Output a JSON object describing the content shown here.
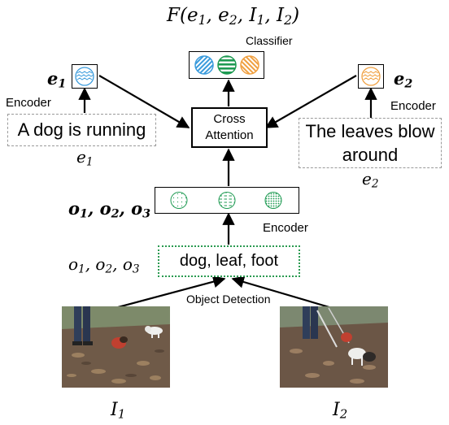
{
  "formula": {
    "fn": "F",
    "e1": "e",
    "e1_sub": "1",
    "e2": "e",
    "e2_sub": "2",
    "i1": "I",
    "i1_sub": "1",
    "i2": "I",
    "i2_sub": "2"
  },
  "classifier": {
    "label": "Classifier"
  },
  "cross_attention": {
    "line1": "Cross",
    "line2": "Attention"
  },
  "left_text": {
    "embed_symbol": "e",
    "embed_sub": "1",
    "encoder_label": "Encoder",
    "sentence": "A dog is running",
    "symbol": "e",
    "symbol_sub": "1"
  },
  "right_text": {
    "embed_symbol": "e",
    "embed_sub": "2",
    "encoder_label": "Encoder",
    "sentence_line1": "The leaves blow",
    "sentence_line2": "around",
    "symbol": "e",
    "symbol_sub": "2"
  },
  "objects": {
    "embed_label": {
      "a": "o",
      "a_sub": "1",
      "b": "o",
      "b_sub": "2",
      "c": "o",
      "c_sub": "3"
    },
    "encoder_label": "Encoder",
    "list_label": {
      "a": "o",
      "a_sub": "1",
      "b": "o",
      "b_sub": "2",
      "c": "o",
      "c_sub": "3"
    },
    "detected": "dog, leaf, foot"
  },
  "detection": {
    "label": "Object Detection"
  },
  "images": {
    "left": {
      "symbol": "I",
      "sub": "1"
    },
    "right": {
      "symbol": "I",
      "sub": "2"
    }
  },
  "colors": {
    "blue_stripe": "#3a9bdc",
    "green": "#1e9a52",
    "orange": "#f0a040",
    "dashed_gray": "#9a9a9a",
    "dotted_green": "#2a9a50"
  }
}
